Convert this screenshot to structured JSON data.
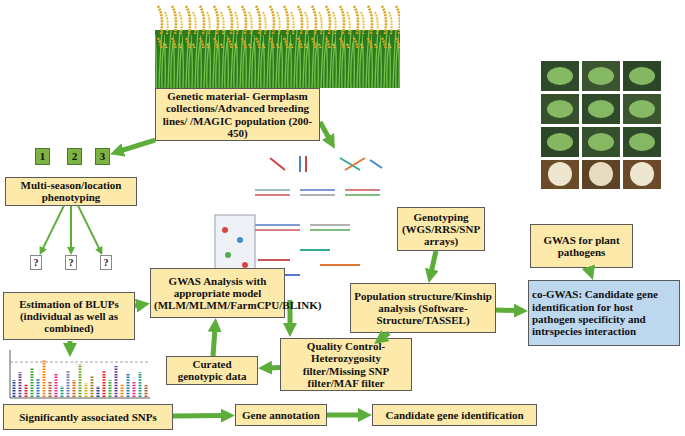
{
  "diagram": {
    "nodes": [
      {
        "text": [
          "Genetic material- Germplasm collections/Advanced breeding lines/ /MAGIC population (200-450)"
        ]
      },
      {
        "text": [
          "1"
        ]
      },
      {
        "text": [
          "2"
        ]
      },
      {
        "text": [
          "3"
        ]
      },
      {
        "text": [
          "Multi-season/location phenotyping"
        ]
      },
      {
        "text": [
          "Genotyping (WGS/RRS/SNP arrays)"
        ]
      },
      {
        "text": [
          "GWAS for plant pathogens"
        ]
      },
      {
        "text": [
          "?"
        ]
      },
      {
        "text": [
          "?"
        ]
      },
      {
        "text": [
          "?"
        ]
      },
      {
        "text": [
          "GWAS Analysis with appropriate model (MLM/MLMM/FarmCPU/BLINK)"
        ]
      },
      {
        "text": [
          "Population structure/Kinship analysis (Software- Structure/TASSEL)"
        ]
      },
      {
        "text": [
          "co-GWAS: Candidate gene identification for host pathogen specificity and intrspecies interaction"
        ]
      },
      {
        "text": [
          "Estimation of BLUPs (individual as well as combined)"
        ]
      },
      {
        "text": [
          "Quality Control- Heterozygosity filter/Missing SNP filter/MAF filter"
        ]
      },
      {
        "text": [
          "Curated genotypic data"
        ]
      },
      {
        "text": [
          "Significantly associated SNPs"
        ]
      },
      {
        "text": [
          "Gene annotation"
        ]
      },
      {
        "text": [
          "Candidate gene identification"
        ]
      }
    ],
    "edges": [
      {
        "from": 0,
        "to": 3,
        "arrow": "to"
      },
      {
        "from": 4,
        "to": 7,
        "arrow": "to"
      },
      {
        "from": 4,
        "to": 8,
        "arrow": "to"
      },
      {
        "from": 4,
        "to": 9,
        "arrow": "to"
      },
      {
        "from": 13,
        "to": 10,
        "arrow": "to"
      },
      {
        "from": 5,
        "to": 11,
        "arrow": "to"
      },
      {
        "from": 11,
        "to": 14,
        "arrow": "to"
      },
      {
        "from": 11,
        "to": 12,
        "arrow": "to"
      },
      {
        "from": 14,
        "to": 15,
        "arrow": "to"
      },
      {
        "from": 15,
        "to": 10,
        "arrow": "to"
      },
      {
        "from": 6,
        "to": 12,
        "arrow": "to"
      },
      {
        "from": 16,
        "to": 17,
        "arrow": "to"
      },
      {
        "from": 17,
        "to": 18,
        "arrow": "to"
      }
    ]
  }
}
